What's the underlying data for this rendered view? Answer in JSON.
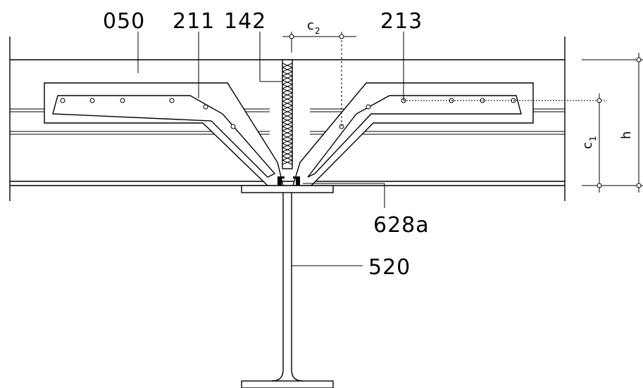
{
  "labels": {
    "l050": "050",
    "l211": "211",
    "l142": "142",
    "l213": "213",
    "l628a": "628a",
    "l520": "520"
  },
  "dimensions": {
    "c2_main": "c",
    "c2_sub": "2",
    "c1_main": "c",
    "c1_sub": "1",
    "h": "h"
  }
}
